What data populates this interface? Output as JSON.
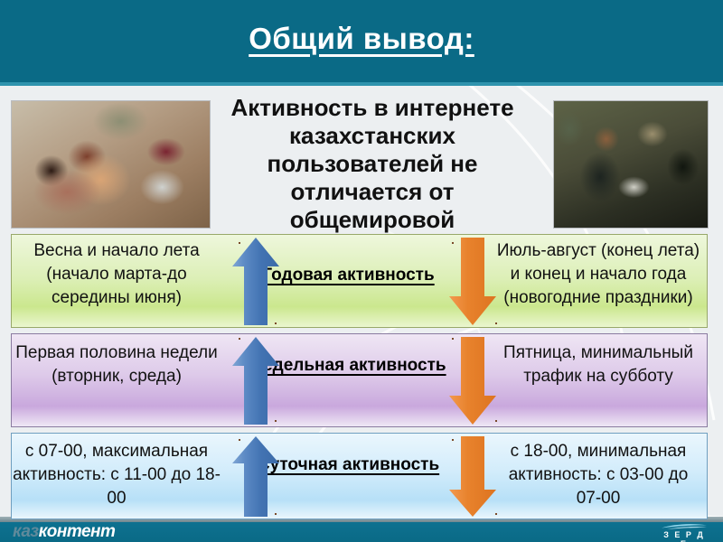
{
  "slide": {
    "title": "Общий вывод:",
    "main_heading": "Активность в интернете казахстанских пользователей не отличается от общемировой"
  },
  "photos": {
    "left_alt": "couple-with-laptop-at-home-photo",
    "right_alt": "man-at-laptop-in-internet-cafe-photo"
  },
  "rows": [
    {
      "id": "annual",
      "label": "Годовая активность",
      "left_text": "Весна и начало лета (начало марта-до середины июня)",
      "right_text": "Июль-август (конец лета) и конец и начало года (новогодние праздники)",
      "up_arrow": "increase-arrow",
      "down_arrow": "decrease-arrow"
    },
    {
      "id": "weekly",
      "label": "Недельная активность",
      "left_text": "Первая половина недели (вторник, среда)",
      "right_text": "Пятница, минимальный трафик на субботу",
      "up_arrow": "increase-arrow",
      "down_arrow": "decrease-arrow"
    },
    {
      "id": "daily",
      "label": "Суточная активность",
      "left_text": "с 07-00, максимальная активность: с 11-00 до 18-00",
      "right_text": "с 18-00, минимальная активность: с 03-00 до 07-00",
      "up_arrow": "increase-arrow",
      "down_arrow": "decrease-arrow"
    }
  ],
  "footer": {
    "logo_primary_part1": "каз",
    "logo_primary_part2": "контент",
    "logo_secondary": "З Е Р Д Е"
  },
  "colors": {
    "header_band": "#0a6a86",
    "header_rule": "#2f93ad",
    "page_background": "#eceff1",
    "row_annual": "#cbe78e",
    "row_weekly": "#c9a8dd",
    "row_daily": "#b7e0f7",
    "arrow_up": "#4a7ebb",
    "arrow_down": "#e8822c",
    "title_text": "#ffffff",
    "body_text": "#111111"
  }
}
